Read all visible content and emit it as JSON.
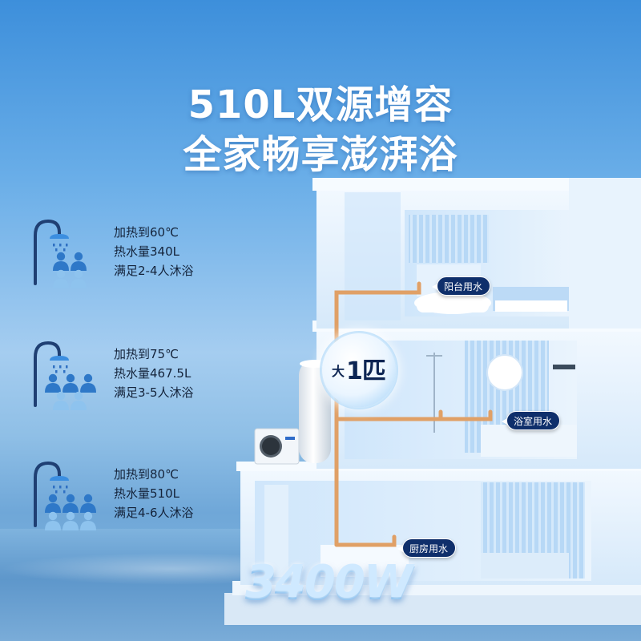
{
  "headline": {
    "line1": "510L双源增容",
    "line2": "全家畅享澎湃浴"
  },
  "specs": [
    {
      "line1": "加热到60℃",
      "line2": "热水量340L",
      "line3": "满足2-4人沐浴",
      "people": 4
    },
    {
      "line1": "加热到75℃",
      "line2": "热水量467.5L",
      "line3": "满足3-5人沐浴",
      "people": 5
    },
    {
      "line1": "加热到80℃",
      "line2": "热水量510L",
      "line3": "满足4-6人沐浴",
      "people": 6
    }
  ],
  "tags": {
    "balcony": "阳台用水",
    "bathroom": "浴室用水",
    "kitchen": "厨房用水"
  },
  "badge": {
    "small": "大",
    "big": "1匹"
  },
  "power": "3400W",
  "colors": {
    "icon_dark": "#2e78c8",
    "icon_light": "#8ec3ee",
    "pipe": "#e0a066",
    "tag_bg": "#0f2f6b"
  }
}
